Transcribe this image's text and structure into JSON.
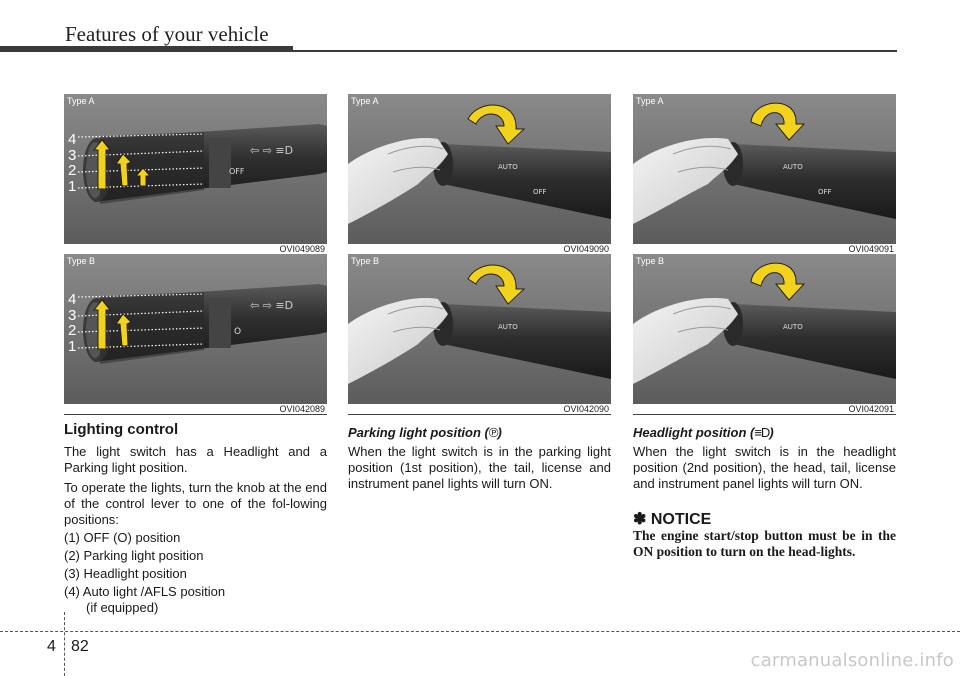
{
  "header": {
    "title": "Features of your vehicle"
  },
  "figures": [
    {
      "type": "Type A",
      "code": "OVI049089"
    },
    {
      "type": "Type B",
      "code": "OVI042089"
    },
    {
      "type": "Type A",
      "code": "OVI049090"
    },
    {
      "type": "Type B",
      "code": "OVI042090"
    },
    {
      "type": "Type A",
      "code": "OVI049091"
    },
    {
      "type": "Type B",
      "code": "OVI042091"
    }
  ],
  "lever_labels": [
    "4",
    "3",
    "2",
    "1"
  ],
  "lever_marks": {
    "off": "OFF",
    "auto": "AUTO",
    "zero": "O"
  },
  "lighting_control": {
    "title": "Lighting control",
    "intro": "The light switch has a Headlight and a Parking light position.",
    "instruction": "To operate the lights, turn the knob at the end of the control lever to one of the fol-lowing positions:",
    "positions": [
      {
        "text": "(1) OFF (O) position"
      },
      {
        "text": "(2) Parking light position"
      },
      {
        "text": "(3) Headlight position"
      },
      {
        "text": "(4) Auto light /AFLS position",
        "cont": "(if equipped)"
      }
    ]
  },
  "parking_light": {
    "title_prefix": "Parking light position (",
    "symbol": "℗",
    "title_suffix": ")",
    "body": "When the light switch is in the parking light position (1st position), the tail, license and instrument panel lights will turn ON."
  },
  "headlight": {
    "title_prefix": "Headlight position (",
    "symbol": "≡D",
    "title_suffix": ")",
    "body": "When the light switch is in the headlight position (2nd position), the head, tail, license and instrument panel lights will turn ON."
  },
  "notice": {
    "title": "✽ NOTICE",
    "body": "The engine start/stop button must be in the ON position to turn on the head-lights."
  },
  "footer": {
    "section": "4",
    "page": "82",
    "watermark": "carmanualsonline.info"
  },
  "colors": {
    "photo_bg": "#6e6e6e",
    "arrow_yellow": "#f2d21a",
    "rule": "#3a3a3a"
  }
}
